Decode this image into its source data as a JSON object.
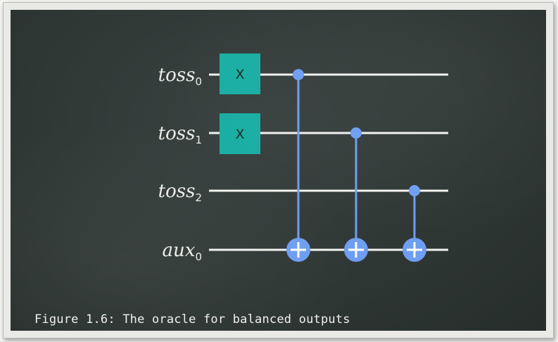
{
  "figure": {
    "caption": "Figure 1.6: The oracle for balanced outputs"
  },
  "circuit": {
    "qubits": [
      {
        "name": "toss",
        "index": "0"
      },
      {
        "name": "toss",
        "index": "1"
      },
      {
        "name": "toss",
        "index": "2"
      },
      {
        "name": "aux",
        "index": "0"
      }
    ],
    "gates": [
      {
        "type": "X",
        "label": "X",
        "qubit": 0,
        "column": 0
      },
      {
        "type": "X",
        "label": "X",
        "qubit": 1,
        "column": 0
      }
    ],
    "cnots": [
      {
        "control": 0,
        "target": 3,
        "column": 1
      },
      {
        "control": 1,
        "target": 3,
        "column": 2
      },
      {
        "control": 2,
        "target": 3,
        "column": 3
      }
    ]
  },
  "colors": {
    "wire": "#f2f2ef",
    "gate_fill": "#1aaea4",
    "gate_text": "#1c2a28",
    "control": "#6e9ef2",
    "board": "#2f3735",
    "text": "#ecece8"
  }
}
